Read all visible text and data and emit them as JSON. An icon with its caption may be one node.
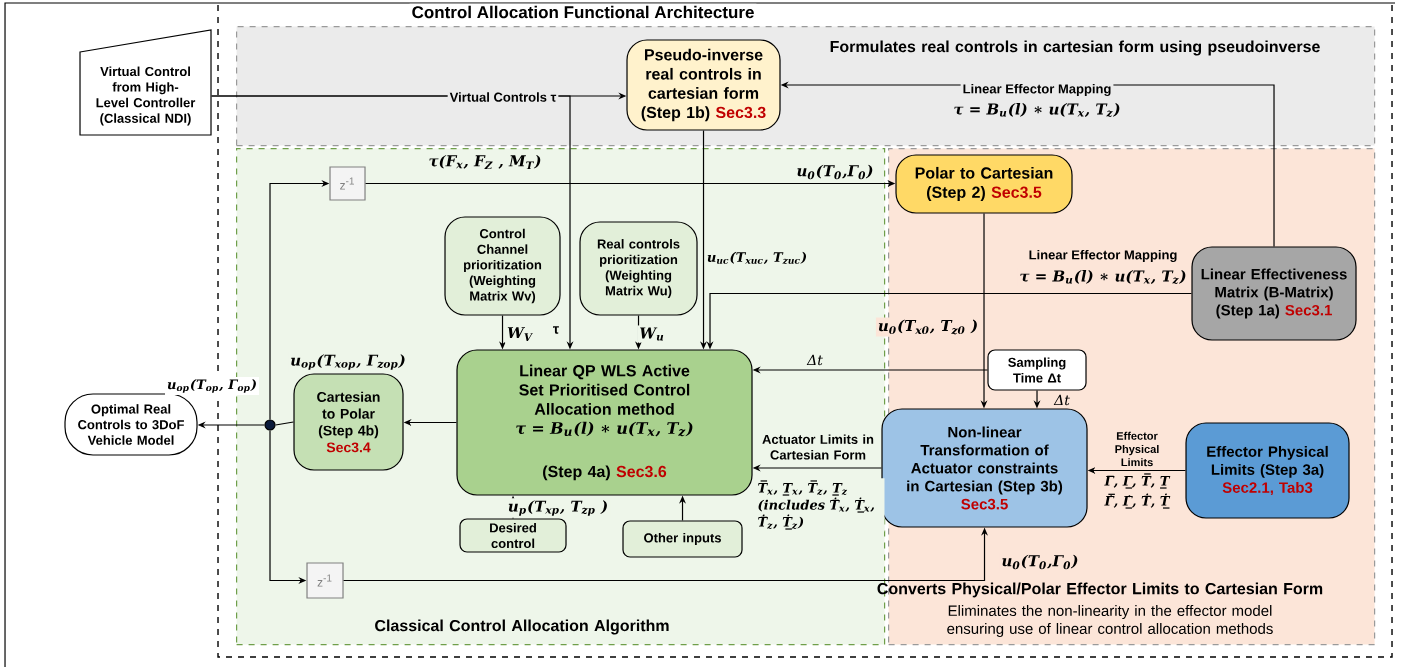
{
  "diagram": {
    "title": "Control Allocation Functional Architecture",
    "nodes": [
      {
        "text": [
          "Formulates real controls in cartesian form using pseudoinverse"
        ]
      },
      {
        "text": [
          "Classical Control Allocation Algorithm"
        ]
      },
      {
        "text": [
          "Converts Physical/Polar Effector Limits to Cartesian Form",
          "Eliminates the non-linearity in the effector model ensuring use of linear control allocation methods"
        ]
      },
      {
        "text": [
          "Virtual Control from High-Level Controller (Classical NDI)"
        ]
      },
      {
        "text": [
          "Pseudo-inverse real controls in cartesian form",
          "(Step 1b)",
          "Sec3.3"
        ],
        "in": 0
      },
      {
        "text": [
          "z$^{-1}$"
        ],
        "in": 1
      },
      {
        "text": [
          "Control Channel prioritization (Weighting Matrix Wv)"
        ],
        "in": 1
      },
      {
        "text": [
          "Real controls prioritization (Weighting Matrix Wu)"
        ],
        "in": 1
      },
      {
        "text": [
          "Polar to Cartesian",
          "(Step 2)",
          "Sec3.5"
        ],
        "in": 2
      },
      {
        "text": [
          "Linear Effectiveness Matrix (B-Matrix)",
          "(Step 1a)",
          "Sec3.1"
        ],
        "in": 2
      },
      {
        "text": [
          "Optimal Real Controls to 3DoF Vehicle Model"
        ]
      },
      {
        "text": [],
        "shape": "circle",
        "in": 1
      },
      {
        "text": [
          "Cartesian to Polar (Step 4b)",
          "Sec3.4"
        ],
        "in": 1
      },
      {
        "text": [
          "Linear QP WLS Active Set Prioritised Control Allocation method",
          "τ = B$_{u}$(l) ∗ u(T$_{x}$, T$_{z}$)",
          "(Step 4a)",
          "Sec3.6"
        ],
        "in": 1
      },
      {
        "text": [
          "Sampling Time Δt"
        ],
        "in": 2
      },
      {
        "text": [
          "Desired control"
        ],
        "in": 1
      },
      {
        "text": [
          "Other inputs"
        ],
        "in": 1
      },
      {
        "text": [
          "Non-linear Transformation of Actuator constraints in Cartesian (Step 3b)",
          "Sec3.5"
        ],
        "in": 2
      },
      {
        "text": [
          "Effector Physical Limits (Step 3a)",
          "Sec2.1, Tab3"
        ],
        "in": 2
      },
      {
        "text": [
          "z$^{-1}$"
        ],
        "in": 1
      }
    ],
    "edges": [
      {
        "from": 3,
        "to": 4,
        "arrow": "to",
        "label": "Virtual Controls τ"
      },
      {
        "from": 3,
        "to": 13,
        "arrow": "to",
        "label": "τ(F$_{x}$, F$_{Z}$ , M$_{T}$)"
      },
      {
        "from": 9,
        "to": 4,
        "arrow": "to",
        "label": "Linear Effector Mapping"
      },
      {
        "from": 9,
        "to": 13,
        "arrow": "to",
        "label": "Linear Effector Mapping"
      },
      {
        "from": 4,
        "to": 13,
        "arrow": "to",
        "label": "u$_{uc}$(T$_{xuc}$, T$_{zuc}$)"
      },
      {
        "from": 5,
        "to": 8,
        "arrow": "to",
        "label": "u$_{0}$(T$_{0}$,Γ$_{0}$)"
      },
      {
        "from": 8,
        "to": 17,
        "arrow": "to",
        "label": "u$_{0}$(T$_{x0}$, T$_{z0}$ )"
      },
      {
        "from": 6,
        "to": 13,
        "arrow": "to",
        "label": "W$_{V}$"
      },
      {
        "from": 7,
        "to": 13,
        "arrow": "to",
        "label": "W$_{u}$"
      },
      {
        "from": 14,
        "to": 13,
        "arrow": "to",
        "label": "Δt"
      },
      {
        "from": 14,
        "to": 17,
        "arrow": "to",
        "label": "Δt"
      },
      {
        "from": 17,
        "to": 13,
        "arrow": "to",
        "label": "Actuator Limits in Cartesian Form"
      },
      {
        "from": 18,
        "to": 17,
        "arrow": "to",
        "label": "Effector Physical Limits"
      },
      {
        "from": 15,
        "to": 13,
        "arrow": "to",
        "label": "u$_{p}$(T$_{xp}$, T$_{zp}$ )"
      },
      {
        "from": 16,
        "to": 13,
        "arrow": "to"
      },
      {
        "from": 13,
        "to": 12,
        "arrow": "to"
      },
      {
        "from": 12,
        "to": 11,
        "arrow": "none",
        "label": "u$_{op}$(T$_{xop}$, Γ$_{zop}$)"
      },
      {
        "from": 11,
        "to": 10,
        "arrow": "to",
        "label": "u$_{op}$(T$_{op}$, Γ$_{op}$)"
      },
      {
        "from": 11,
        "to": 5,
        "arrow": "to"
      },
      {
        "from": 11,
        "to": 19,
        "arrow": "to"
      },
      {
        "from": 19,
        "to": 17,
        "arrow": "to",
        "label": "u$_{0}$(T$_{0}$,Γ$_{0}$)"
      }
    ],
    "labels": [
      "τ = B$_{u}$(l) ∗ u(T$_{x}$, T$_{z}$)",
      "τ = B$_{u}$(l) ∗ u(T$_{x}$, T$_{z}$)",
      "τ",
      "Γ̅, Γ̲, T̅, T̲",
      "Γ̇̅, Γ̲̇, Ṫ̅, Ṫ̲",
      "T̅$_{x}$, T̲$_{x}$, T̅$_{z}$, T̲$_{z}$ (includes Ṫ̅$_{x}$, Ṫ̲$_{x}$, Ṫ̅$_{z}$, Ṫ̲$_{z}$)"
    ]
  }
}
